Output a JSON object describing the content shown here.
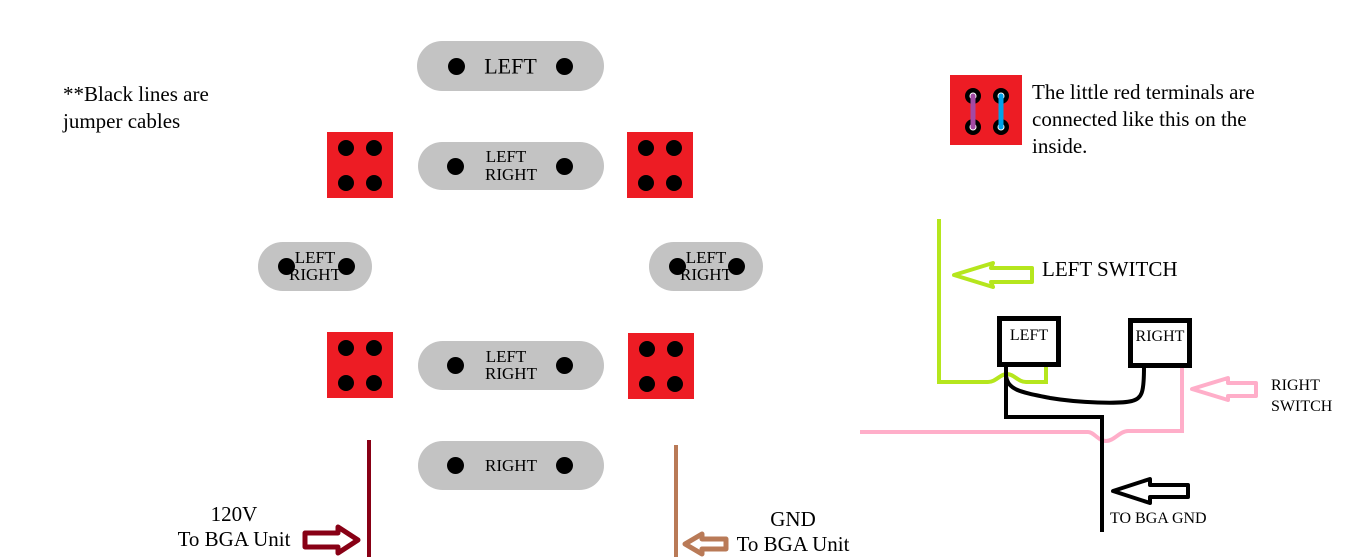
{
  "note": "**Black lines are jumper cables",
  "legend": {
    "text": "The little red terminals are connected like this on the inside.",
    "jumper_colors": [
      "#a349a4",
      "#00a2e8"
    ]
  },
  "colors": {
    "terminal_red": "#ed1c24",
    "pill_gray": "#c3c3c3",
    "hot_wire": "#880015",
    "gnd_wire": "#b97a57",
    "left_switch_wire": "#b5e61d",
    "right_switch_wire": "#ffaec9",
    "jumper": "#000000"
  },
  "pills": [
    {
      "id": "top",
      "lines": [
        "LEFT"
      ]
    },
    {
      "id": "upper-middle",
      "lines": [
        "LEFT",
        "RIGHT"
      ]
    },
    {
      "id": "left-side",
      "lines": [
        "LEFT",
        "RIGHT"
      ]
    },
    {
      "id": "right-side",
      "lines": [
        "LEFT",
        "RIGHT"
      ]
    },
    {
      "id": "lower-middle",
      "lines": [
        "LEFT",
        "RIGHT"
      ]
    },
    {
      "id": "bottom",
      "lines": [
        "RIGHT"
      ]
    }
  ],
  "wires": {
    "hot_label_1": "120V",
    "hot_label_2": "To BGA Unit",
    "gnd_label_1": "GND",
    "gnd_label_2": "To BGA Unit"
  },
  "switch_diagram": {
    "left_box": "LEFT",
    "right_box": "RIGHT",
    "left_switch_label": "LEFT SWITCH",
    "right_switch_label_1": "RIGHT",
    "right_switch_label_2": "SWITCH",
    "gnd_label": "TO BGA GND"
  }
}
